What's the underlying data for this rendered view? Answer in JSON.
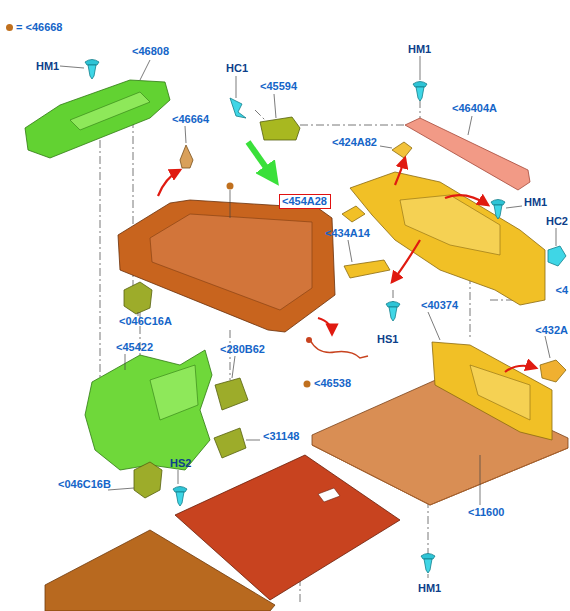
{
  "diagram": {
    "nodes": [
      {
        "text": [
          "<454A28"
        ]
      }
    ],
    "labels": [
      "HM1",
      "<46808",
      "HC1",
      "<45594",
      "HM1",
      "<46404A",
      "<46664",
      "<424A82",
      "HM1",
      "<434A14",
      "HC2",
      "<4",
      "<046C16A",
      "HS1",
      "<40374",
      "<432A",
      "<45422",
      "<280B62",
      "<46538",
      "<31148",
      "HS2",
      "<046C16B",
      "<11600",
      "HM1"
    ],
    "legend": [
      {
        "text": "= <46668",
        "color": "#c0701e"
      }
    ]
  }
}
